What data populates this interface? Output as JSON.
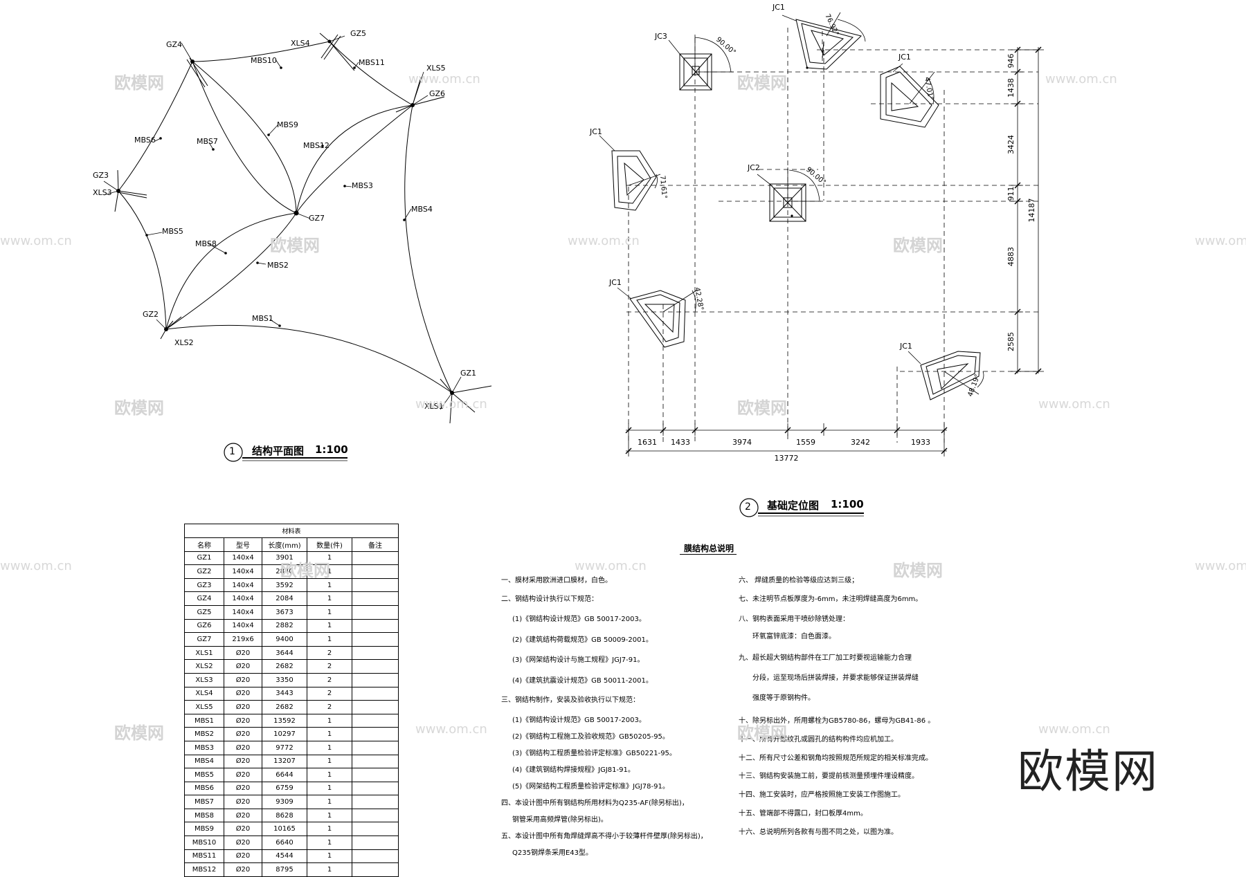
{
  "plan1": {
    "caption_no": "1",
    "caption": "结构平面图",
    "scale": "1:100",
    "labels": {
      "GZ1": "GZ1",
      "GZ2": "GZ2",
      "GZ3": "GZ3",
      "GZ4": "GZ4",
      "GZ5": "GZ5",
      "GZ6": "GZ6",
      "GZ7": "GZ7",
      "XLS1": "XLS1",
      "XLS2": "XLS2",
      "XLS3": "XLS3",
      "XLS4": "XLS4",
      "XLS5": "XLS5",
      "MBS1": "MBS1",
      "MBS2": "MBS2",
      "MBS3": "MBS3",
      "MBS4": "MBS4",
      "MBS5": "MBS5",
      "MBS6": "MBS6",
      "MBS7": "MBS7",
      "MBS8": "MBS8",
      "MBS9": "MBS9",
      "MBS10": "MBS10",
      "MBS11": "MBS11",
      "MBS12": "MBS12"
    }
  },
  "plan2": {
    "caption_no": "2",
    "caption": "基础定位图",
    "scale": "1:100",
    "labels": {
      "jc3": "JC3",
      "jc1_top": "JC1",
      "jc1_right": "JC1",
      "jc1_left": "JC1",
      "jc2": "JC2",
      "jc1_lowleft": "JC1",
      "jc1_lowright": "JC1",
      "ang_jc3": "90.00°",
      "ang_jc1_top": "76.92°",
      "ang_jc1_right": "47.01°",
      "ang_jc1_left": "71.61°",
      "ang_jc2": "90.00°",
      "ang_jc1_lowleft": "42.28°",
      "ang_jc1_lowright": "48.19°"
    },
    "dims_bottom": [
      "1631",
      "1433",
      "3974",
      "1559",
      "3242",
      "1933"
    ],
    "dim_total_bottom": "13772",
    "dims_right": [
      "946",
      "1438",
      "3424",
      "911",
      "4883",
      "2585"
    ],
    "dim_total_right": "14187"
  },
  "material_table": {
    "title": "材料表",
    "headers": [
      "名称",
      "型号",
      "长度(mm)",
      "数量(件)",
      "备注"
    ],
    "rows": [
      [
        "GZ1",
        "140x4",
        "3901",
        "1",
        ""
      ],
      [
        "GZ2",
        "140x4",
        "2840",
        "1",
        ""
      ],
      [
        "GZ3",
        "140x4",
        "3592",
        "1",
        ""
      ],
      [
        "GZ4",
        "140x4",
        "2084",
        "1",
        ""
      ],
      [
        "GZ5",
        "140x4",
        "3673",
        "1",
        ""
      ],
      [
        "GZ6",
        "140x4",
        "2882",
        "1",
        ""
      ],
      [
        "GZ7",
        "219x6",
        "9400",
        "1",
        ""
      ],
      [
        "XLS1",
        "Ø20",
        "3644",
        "2",
        ""
      ],
      [
        "XLS2",
        "Ø20",
        "2682",
        "2",
        ""
      ],
      [
        "XLS3",
        "Ø20",
        "3350",
        "2",
        ""
      ],
      [
        "XLS4",
        "Ø20",
        "3443",
        "2",
        ""
      ],
      [
        "XLS5",
        "Ø20",
        "2682",
        "2",
        ""
      ],
      [
        "MBS1",
        "Ø20",
        "13592",
        "1",
        ""
      ],
      [
        "MBS2",
        "Ø20",
        "10297",
        "1",
        ""
      ],
      [
        "MBS3",
        "Ø20",
        "9772",
        "1",
        ""
      ],
      [
        "MBS4",
        "Ø20",
        "13207",
        "1",
        ""
      ],
      [
        "MBS5",
        "Ø20",
        "6644",
        "1",
        ""
      ],
      [
        "MBS6",
        "Ø20",
        "6759",
        "1",
        ""
      ],
      [
        "MBS7",
        "Ø20",
        "9309",
        "1",
        ""
      ],
      [
        "MBS8",
        "Ø20",
        "8628",
        "1",
        ""
      ],
      [
        "MBS9",
        "Ø20",
        "10165",
        "1",
        ""
      ],
      [
        "MBS10",
        "Ø20",
        "6640",
        "1",
        ""
      ],
      [
        "MBS11",
        "Ø20",
        "4544",
        "1",
        ""
      ],
      [
        "MBS12",
        "Ø20",
        "8795",
        "1",
        ""
      ]
    ]
  },
  "notes": {
    "title": "膜结构总说明",
    "left": [
      "一、膜材采用欧洲进口膜材，白色。",
      "二、钢结构设计执行以下规范：",
      "(1)《钢结构设计规范》GB 50017-2003。",
      "(2)《建筑结构荷载规范》GB 50009-2001。",
      "(3)《网架结构设计与施工规程》JGJ7-91。",
      "(4)《建筑抗震设计规范》GB 50011-2001。",
      "三、钢结构制作，安装及验收执行以下规范：",
      "(1)《钢结构设计规范》GB 50017-2003。",
      "(2)《钢结构工程施工及验收规范》GB50205-95。",
      "(3)《钢结构工程质量检验评定标准》GB50221-95。",
      "(4)《建筑钢结构焊接规程》JGJ81-91。",
      "(5)《网架结构工程质量检验评定标准》JGJ78-91。",
      "四、本设计图中所有钢结构所用材料为Q235-AF(除另标出)，",
      "钢管采用高频焊管(除另标出)。",
      "五、本设计图中所有角焊缝焊高不得小于较薄杆件壁厚(除另标出)，",
      "Q235钢焊条采用E43型。"
    ],
    "right": [
      "六、 焊缝质量的检验等级应达到三级；",
      "七、未注明节点板厚度为-6mm，未注明焊缝高度为6mm。",
      "八、钢构表面采用干喷砂除锈处理：",
      "环氧富锌底漆：白色面漆。",
      "九、超长超大钢结构部件在工厂加工时要视运输能力合理",
      "分段，运至现场后拼装焊接，并要求能够保证拼装焊缝",
      "强度等于原钢构件。",
      "十、除另标出外，所用螺栓为GB5780-86，螺母为GB41-86 。",
      "十一、所有开螺纹孔或圆孔的结构构件均应机加工。",
      "十二、所有尺寸公差和钢角均按照规范所规定的相关标准完成。",
      "十三、钢结构安装施工前，要提前核测量预埋件埋设精度。",
      "十四、施工安装时，应严格按照施工安装工作图施工。",
      "十五、管端部不得露口，封口板厚4mm。",
      "十六、总说明所列各款有与图不同之处，以图为准。"
    ]
  },
  "watermark": {
    "brand": "欧模网",
    "url": "www.om.cn"
  }
}
